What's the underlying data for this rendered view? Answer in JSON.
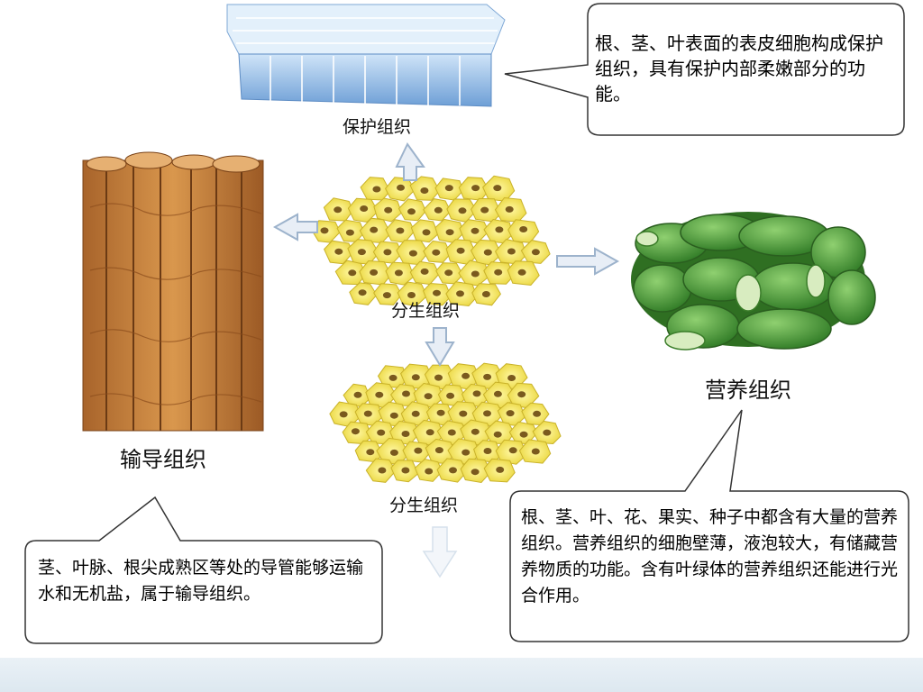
{
  "labels": {
    "protective": "保护组织",
    "meristem_top": "分生组织",
    "meristem_bottom": "分生组织",
    "nutrient": "营养组织",
    "conducting": "输导组织"
  },
  "callouts": {
    "protective": "根、茎、叶表面的表皮细胞构成保护组织，具有保护内部柔嫩部分的功能。",
    "nutrient": "根、茎、叶、花、果实、种子中都含有大量的营养组织。营养组织的细胞壁薄，液泡较大，有储藏营养物质的功能。含有叶绿体的营养组织还能进行光合作用。",
    "conducting": "茎、叶脉、根尖成熟区等处的导管能够运输水和无机盐，属于输导组织。"
  },
  "colors": {
    "meristem_fill": "#f2e24a",
    "meristem_nucleus": "#7a5a1e",
    "protective_fill": "#8fb9e6",
    "nutrient_fill": "#4f9a3a",
    "conducting_fill": "#c8843d",
    "arrow_fill": "#e8eef6",
    "arrow_stroke": "#9db3cc"
  }
}
